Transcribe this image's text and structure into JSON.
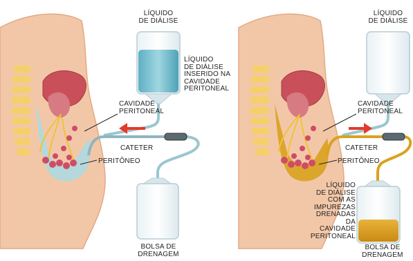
{
  "panels": [
    {
      "id": "infusion",
      "labels": {
        "dialysis_bag": "LÍQUIDO\nDE DIÁLISE",
        "inserted_note": "LÍQUIDO\nDE DIÁLISE\nINSERIDO NA\nCAVIDADE\nPERITONEAL",
        "cavity": "CAVIDADE\nPERITONEAL",
        "catheter": "CATETER",
        "peritoneum": "PERITÔNEO",
        "drain_bag": "BOLSA DE\nDRENAGEM"
      },
      "flow_direction": "toward-body",
      "fluid_color": "#7fc6d4"
    },
    {
      "id": "drainage",
      "labels": {
        "dialysis_bag": "LÍQUIDO\nDE DIÁLISE",
        "cavity": "CAVIDADE\nPERITONEAL",
        "catheter": "CATETER",
        "peritoneum": "PERITÔNEO",
        "drained_note": "LÍQUIDO\nDE DIÁLISE\nCOM AS\nIMPUREZAS\nDRENADAS\nDA CAVIDADE\nPERITONEAL",
        "drain_bag": "BOLSA DE\nDRENAGEM"
      },
      "flow_direction": "toward-bag",
      "fluid_color": "#d9a21f"
    }
  ],
  "colors": {
    "skin": "#f2c7a8",
    "skin_edge": "#e3a985",
    "spine": "#f5d06a",
    "organ": "#c9505a",
    "arrow": "#e53a2a",
    "tube": "#8fa6ad"
  }
}
